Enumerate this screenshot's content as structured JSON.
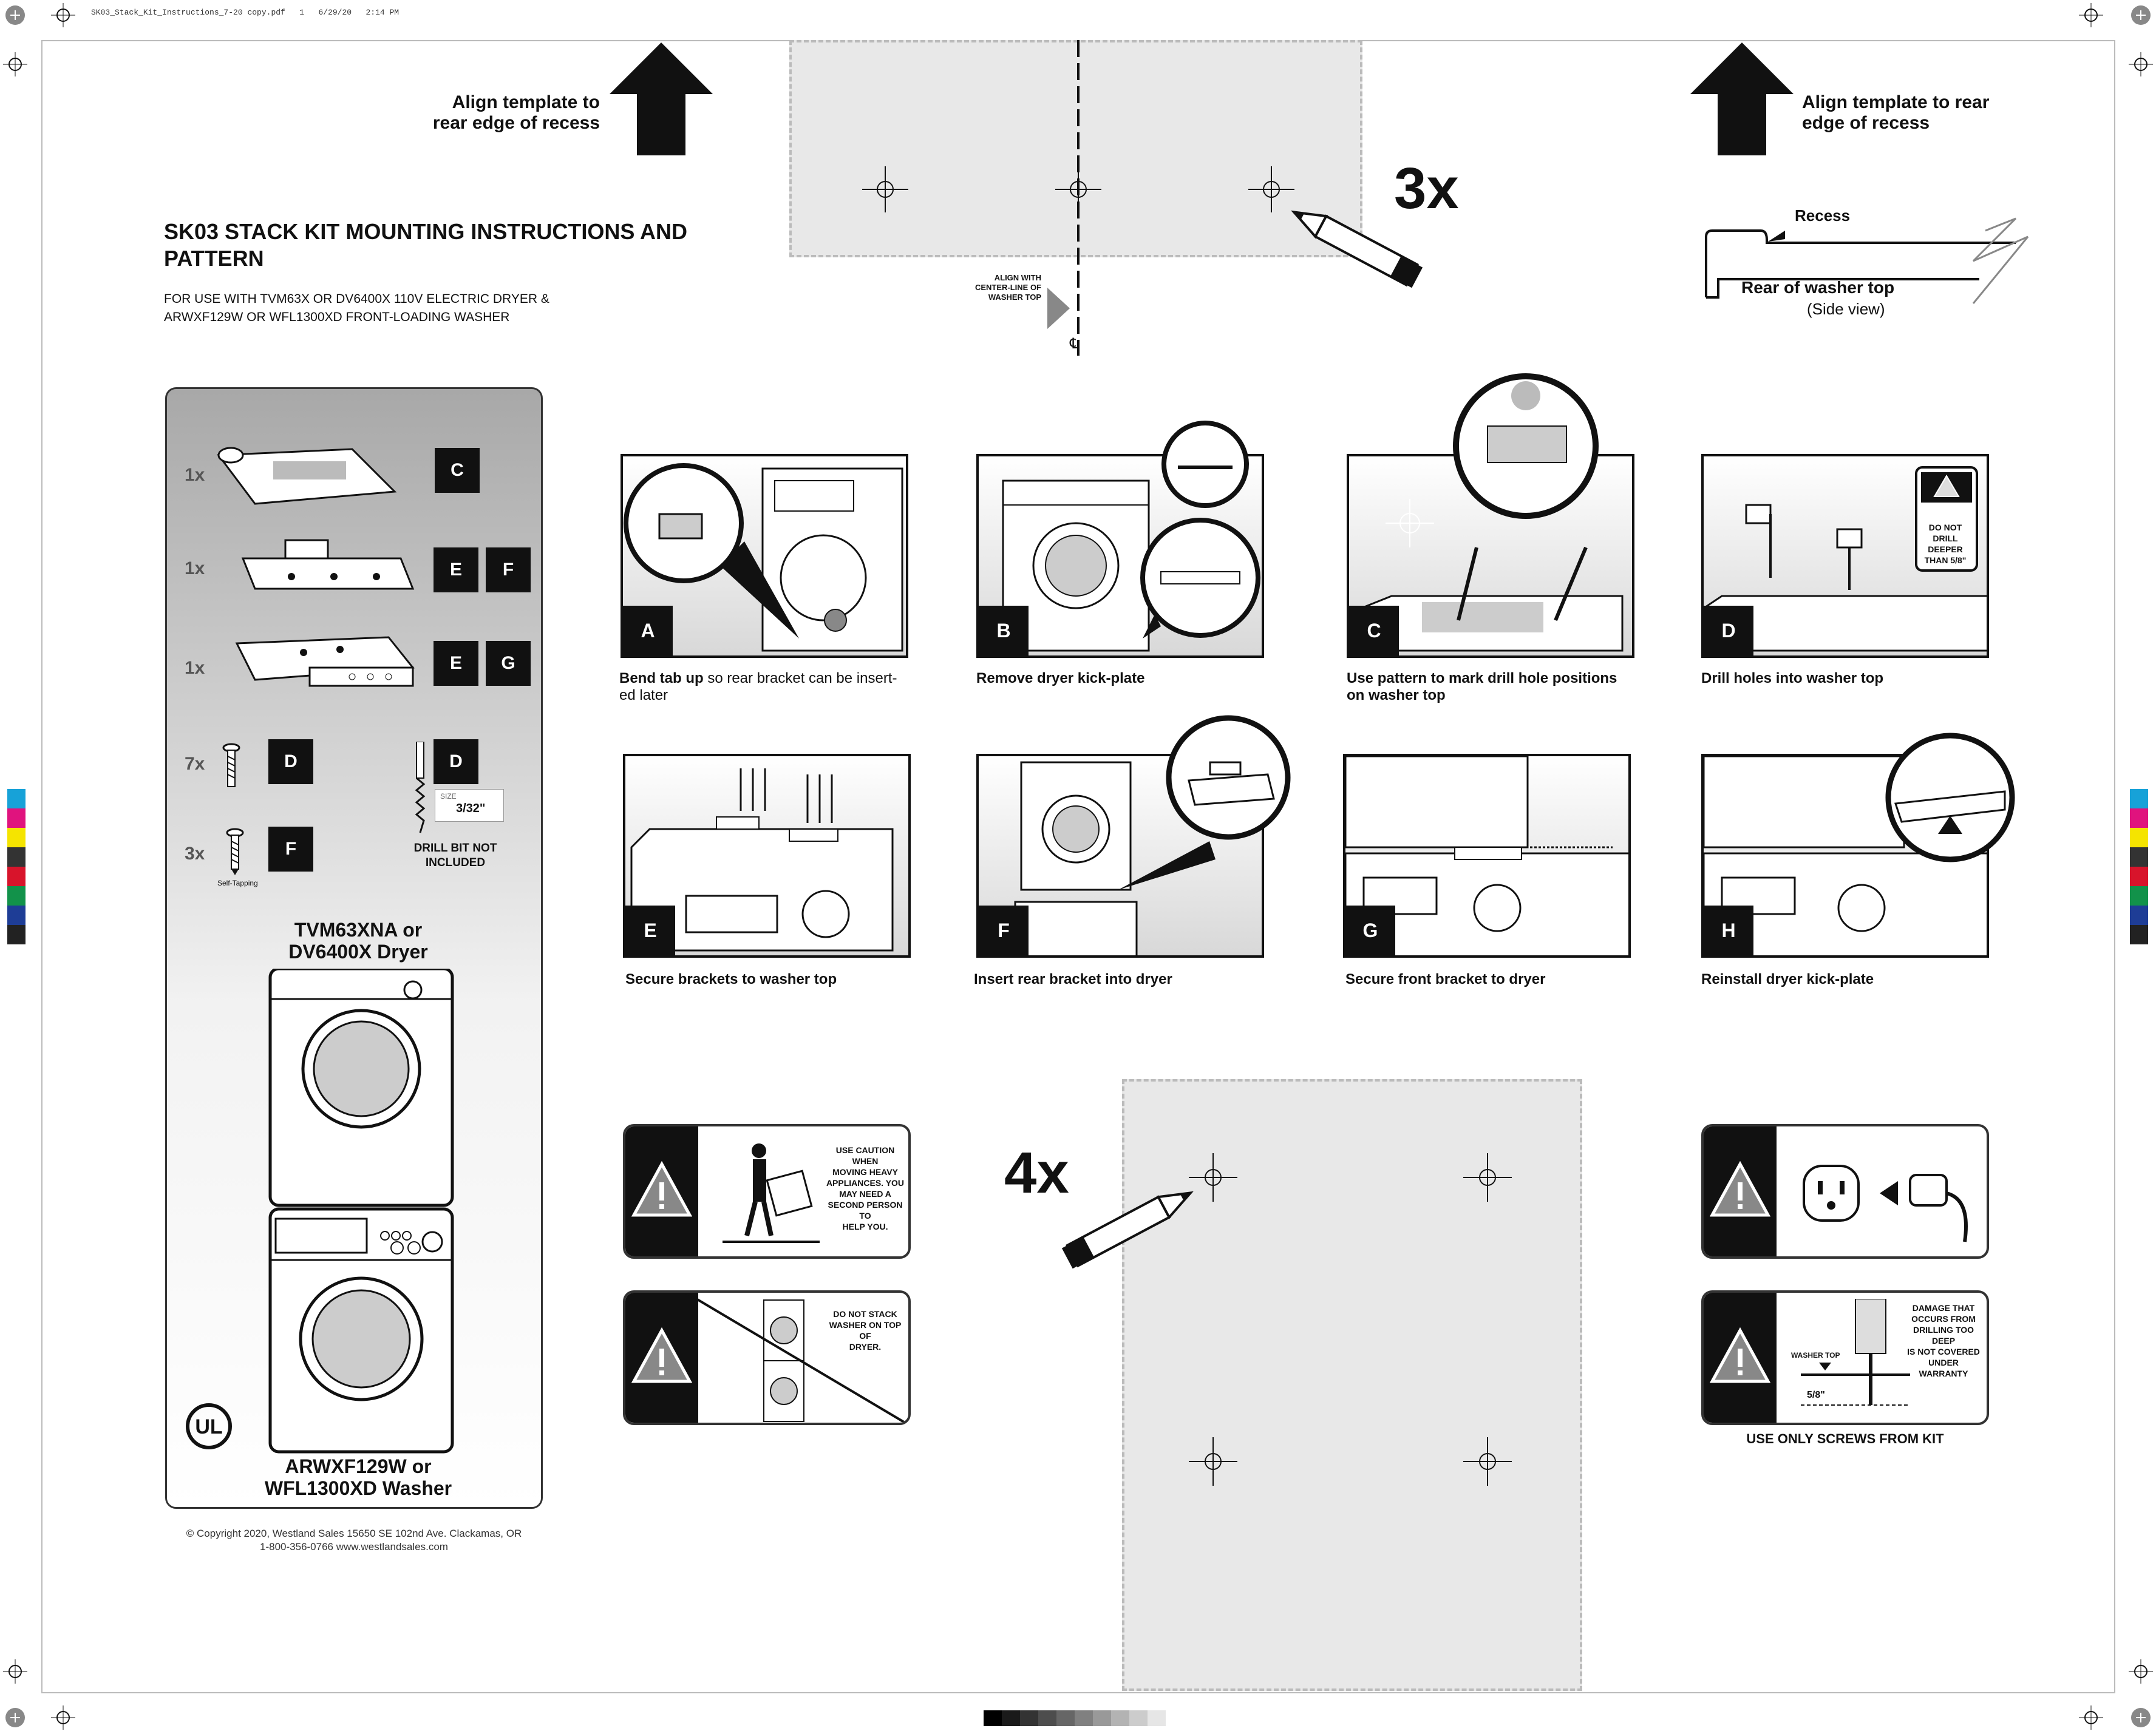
{
  "file_slug": "SK03_Stack_Kit_Instructions_7-20 copy.pdf   1   6/29/20   2:14 PM",
  "title": "SK03 STACK KIT MOUNTING INSTRUCTIONS AND PATTERN",
  "subtitle_line1": "FOR USE WITH TVM63X OR DV6400X 110V ELECTRIC DRYER  &",
  "subtitle_line2": "ARWXF129W OR WFL1300XD FRONT-LOADING WASHER",
  "align_left_l1": "Align template to",
  "align_left_l2": "rear edge of recess",
  "align_right_l1": "Align template to rear",
  "align_right_l2": "edge of recess",
  "count_top": "3x",
  "count_bottom": "4x",
  "centerline_note": [
    "ALIGN WITH",
    "CENTER-LINE OF",
    "WASHER TOP"
  ],
  "centerline_symbol": "℄",
  "recess": {
    "label": "Recess",
    "rear_label": "Rear of washer top",
    "view": "(Side view)"
  },
  "kit": {
    "parts": [
      {
        "qty": "1x",
        "labels": [
          "C"
        ]
      },
      {
        "qty": "1x",
        "labels": [
          "E",
          "F"
        ]
      },
      {
        "qty": "1x",
        "labels": [
          "E",
          "G"
        ]
      },
      {
        "qty": "7x",
        "labels": [
          "D"
        ]
      },
      {
        "qty": "3x",
        "labels": [
          "F"
        ]
      }
    ],
    "drill_label": "D",
    "size_caption": "SIZE",
    "size_value": "3/32\"",
    "drill_note_l1": "DRILL BIT NOT",
    "drill_note_l2": "INCLUDED",
    "self_tapping": "Self-Tapping",
    "dryer_l1": "TVM63XNA or",
    "dryer_l2": "DV6400X Dryer",
    "washer_l1": "ARWXF129W or",
    "washer_l2": "WFL1300XD Washer",
    "ul": "UL"
  },
  "copyright_l1": "© Copyright 2020, Westland Sales 15650 SE 102nd Ave. Clackamas, OR",
  "copyright_l2": "1-800-356-0766   www.westlandsales.com",
  "steps": [
    {
      "tag": "A",
      "bold": "Bend tab up",
      "rest": " so rear bracket can be insert-ed later"
    },
    {
      "tag": "B",
      "bold": "Remove dryer kick-plate",
      "rest": ""
    },
    {
      "tag": "C",
      "bold": "Use pattern to mark drill hole positions on washer top",
      "rest": ""
    },
    {
      "tag": "D",
      "bold": "Drill holes into washer top",
      "rest": ""
    },
    {
      "tag": "E",
      "bold": "Secure brackets to washer top",
      "rest": ""
    },
    {
      "tag": "F",
      "bold": "Insert rear bracket into dryer",
      "rest": ""
    },
    {
      "tag": "G",
      "bold": "Secure front bracket to dryer",
      "rest": ""
    },
    {
      "tag": "H",
      "bold": "Reinstall dryer kick-plate",
      "rest": ""
    }
  ],
  "drill_depth_warning": [
    "DO NOT",
    "DRILL",
    "DEEPER",
    "THAN 5/8\""
  ],
  "warnings": {
    "caution_moving": [
      "USE CAUTION WHEN",
      "MOVING HEAVY",
      "APPLIANCES. YOU",
      "MAY NEED A",
      "SECOND PERSON TO",
      "HELP YOU."
    ],
    "no_stack": [
      "DO NOT STACK",
      "WASHER ON TOP OF",
      "DRYER."
    ],
    "damage": [
      "DAMAGE THAT",
      "OCCURS FROM",
      "DRILLING TOO DEEP",
      "IS NOT COVERED",
      "UNDER WARRANTY"
    ],
    "washer_top": "WASHER TOP",
    "depth": "5/8\"",
    "screws_note": "USE ONLY SCREWS FROM KIT"
  },
  "colors": {
    "template_gray": "#e8e8e8",
    "ink": "#111111"
  }
}
